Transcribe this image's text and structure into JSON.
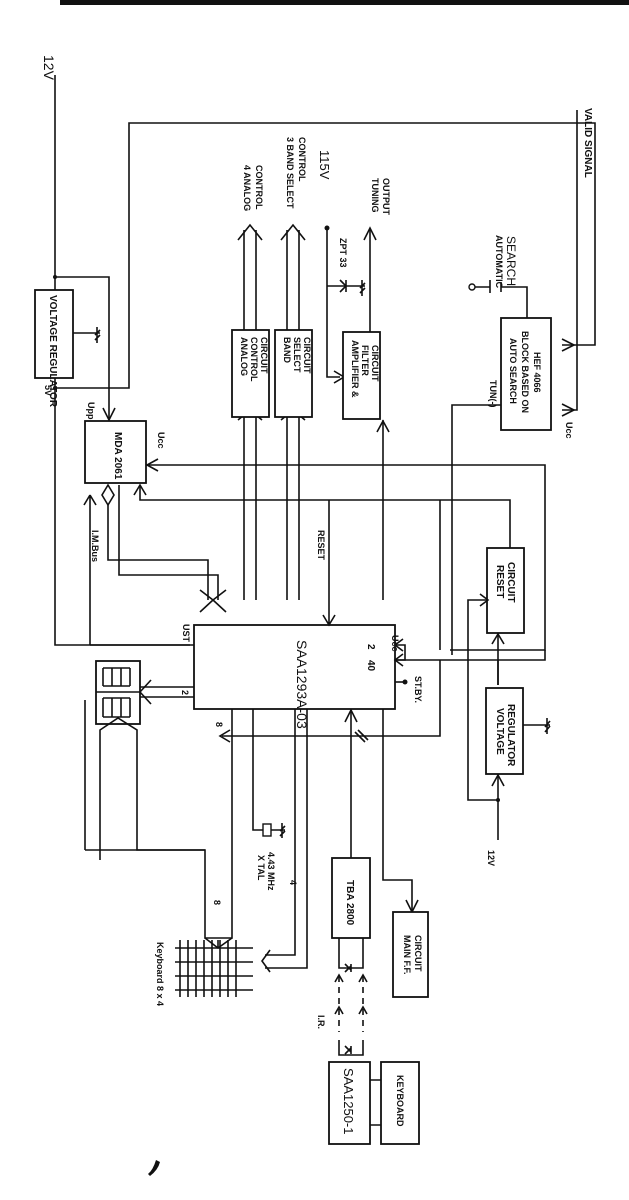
{
  "diagram": {
    "kind": "block diagram",
    "orientation": "rotated 90 degrees clockwise",
    "blocks": {
      "voltage_regulator_top": "VOLTAGE REGULATOR",
      "mda2061": "MDA 2061",
      "analog_control": [
        "ANALOG",
        "CONTROL",
        "CIRCUIT"
      ],
      "band_select": [
        "BAND",
        "SELECT",
        "CIRCUIT"
      ],
      "amplifier_filter": [
        "AMPLIFIER &",
        "FILTER",
        "CIRCUIT"
      ],
      "auto_search": [
        "AUTO SEARCH",
        "BLOCK BASED ON",
        "HEF 4066"
      ],
      "reset_circuit": [
        "RESET",
        "CIRCUIT"
      ],
      "voltage_regulator_bottom": [
        "VOLTAGE",
        "REGULATOR"
      ],
      "main_processor": "SAA1293A-03",
      "tba2800": "TBA 2800",
      "main_ff": [
        "MAIN F.F.",
        "CIRCUIT"
      ],
      "saa1250": "SAA1250-1",
      "keyboard_box": "KEYBOARD"
    },
    "labels": {
      "valid_signal": "VALID SIGNAL",
      "automatic_search": [
        "AUTOMATIC",
        "SEARCH"
      ],
      "v12_top": "12V",
      "v5": "5V",
      "upp": "Upp",
      "ucc_mda": "Ucc",
      "ucc_auto": "Ucc",
      "ucc_main": "Ucc",
      "analog_control_out": [
        "4 ANALOG",
        "CONTROL"
      ],
      "band_select_out": [
        "3 BAND SELECT",
        "CONTROL"
      ],
      "v115": "115V",
      "zpt": "ZPT 33",
      "tuning_output": [
        "TUNING",
        "OUTPUT"
      ],
      "tun": "TUN(-)",
      "im_bus": "I.M.Bus",
      "reset_signal": "RESET",
      "ust": "UST",
      "pin2_display": "2",
      "pin2_ucc": "2",
      "pin40": "40",
      "stby": "ST.BY.",
      "bus8_top": "8",
      "bus8_keyboard": "8",
      "bus4": "4",
      "xtal": [
        "X TAL",
        "4.43 MHz"
      ],
      "v12_bottom": "12V",
      "keyboard_matrix": "Keyboard 8 x 4",
      "ir": "I.R."
    }
  }
}
